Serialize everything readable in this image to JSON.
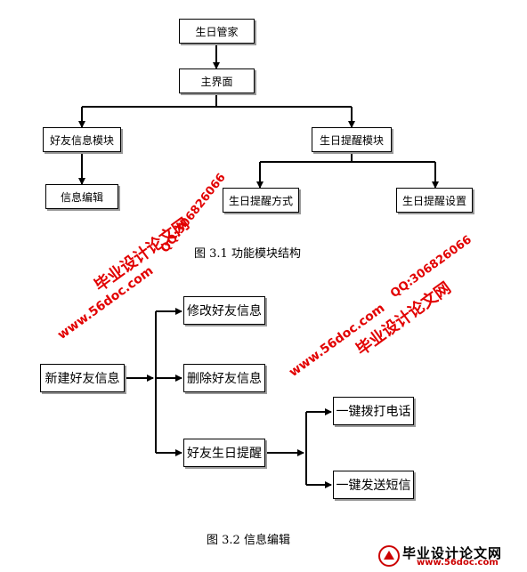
{
  "diagram1": {
    "root": "生日管家",
    "main": "主界面",
    "friend_module": "好友信息模块",
    "reminder_module": "生日提醒模块",
    "info_edit": "信息编辑",
    "reminder_method": "生日提醒方式",
    "reminder_setting": "生日提醒设置",
    "caption": "图 3.1   功能模块结构"
  },
  "diagram2": {
    "new_friend": "新建好友信息",
    "modify": "修改好友信息",
    "delete": "删除好友信息",
    "birthday_remind": "好友生日提醒",
    "call": "一键拨打电话",
    "sms": "一键发送短信",
    "caption": "图 3.2    信息编辑"
  },
  "watermark": {
    "site": "毕业设计论文网",
    "url": "www.56doc.com",
    "qq": "QQ:306826066",
    "footer_title": "毕业设计论文网",
    "footer_url": "www.56doc.com"
  }
}
